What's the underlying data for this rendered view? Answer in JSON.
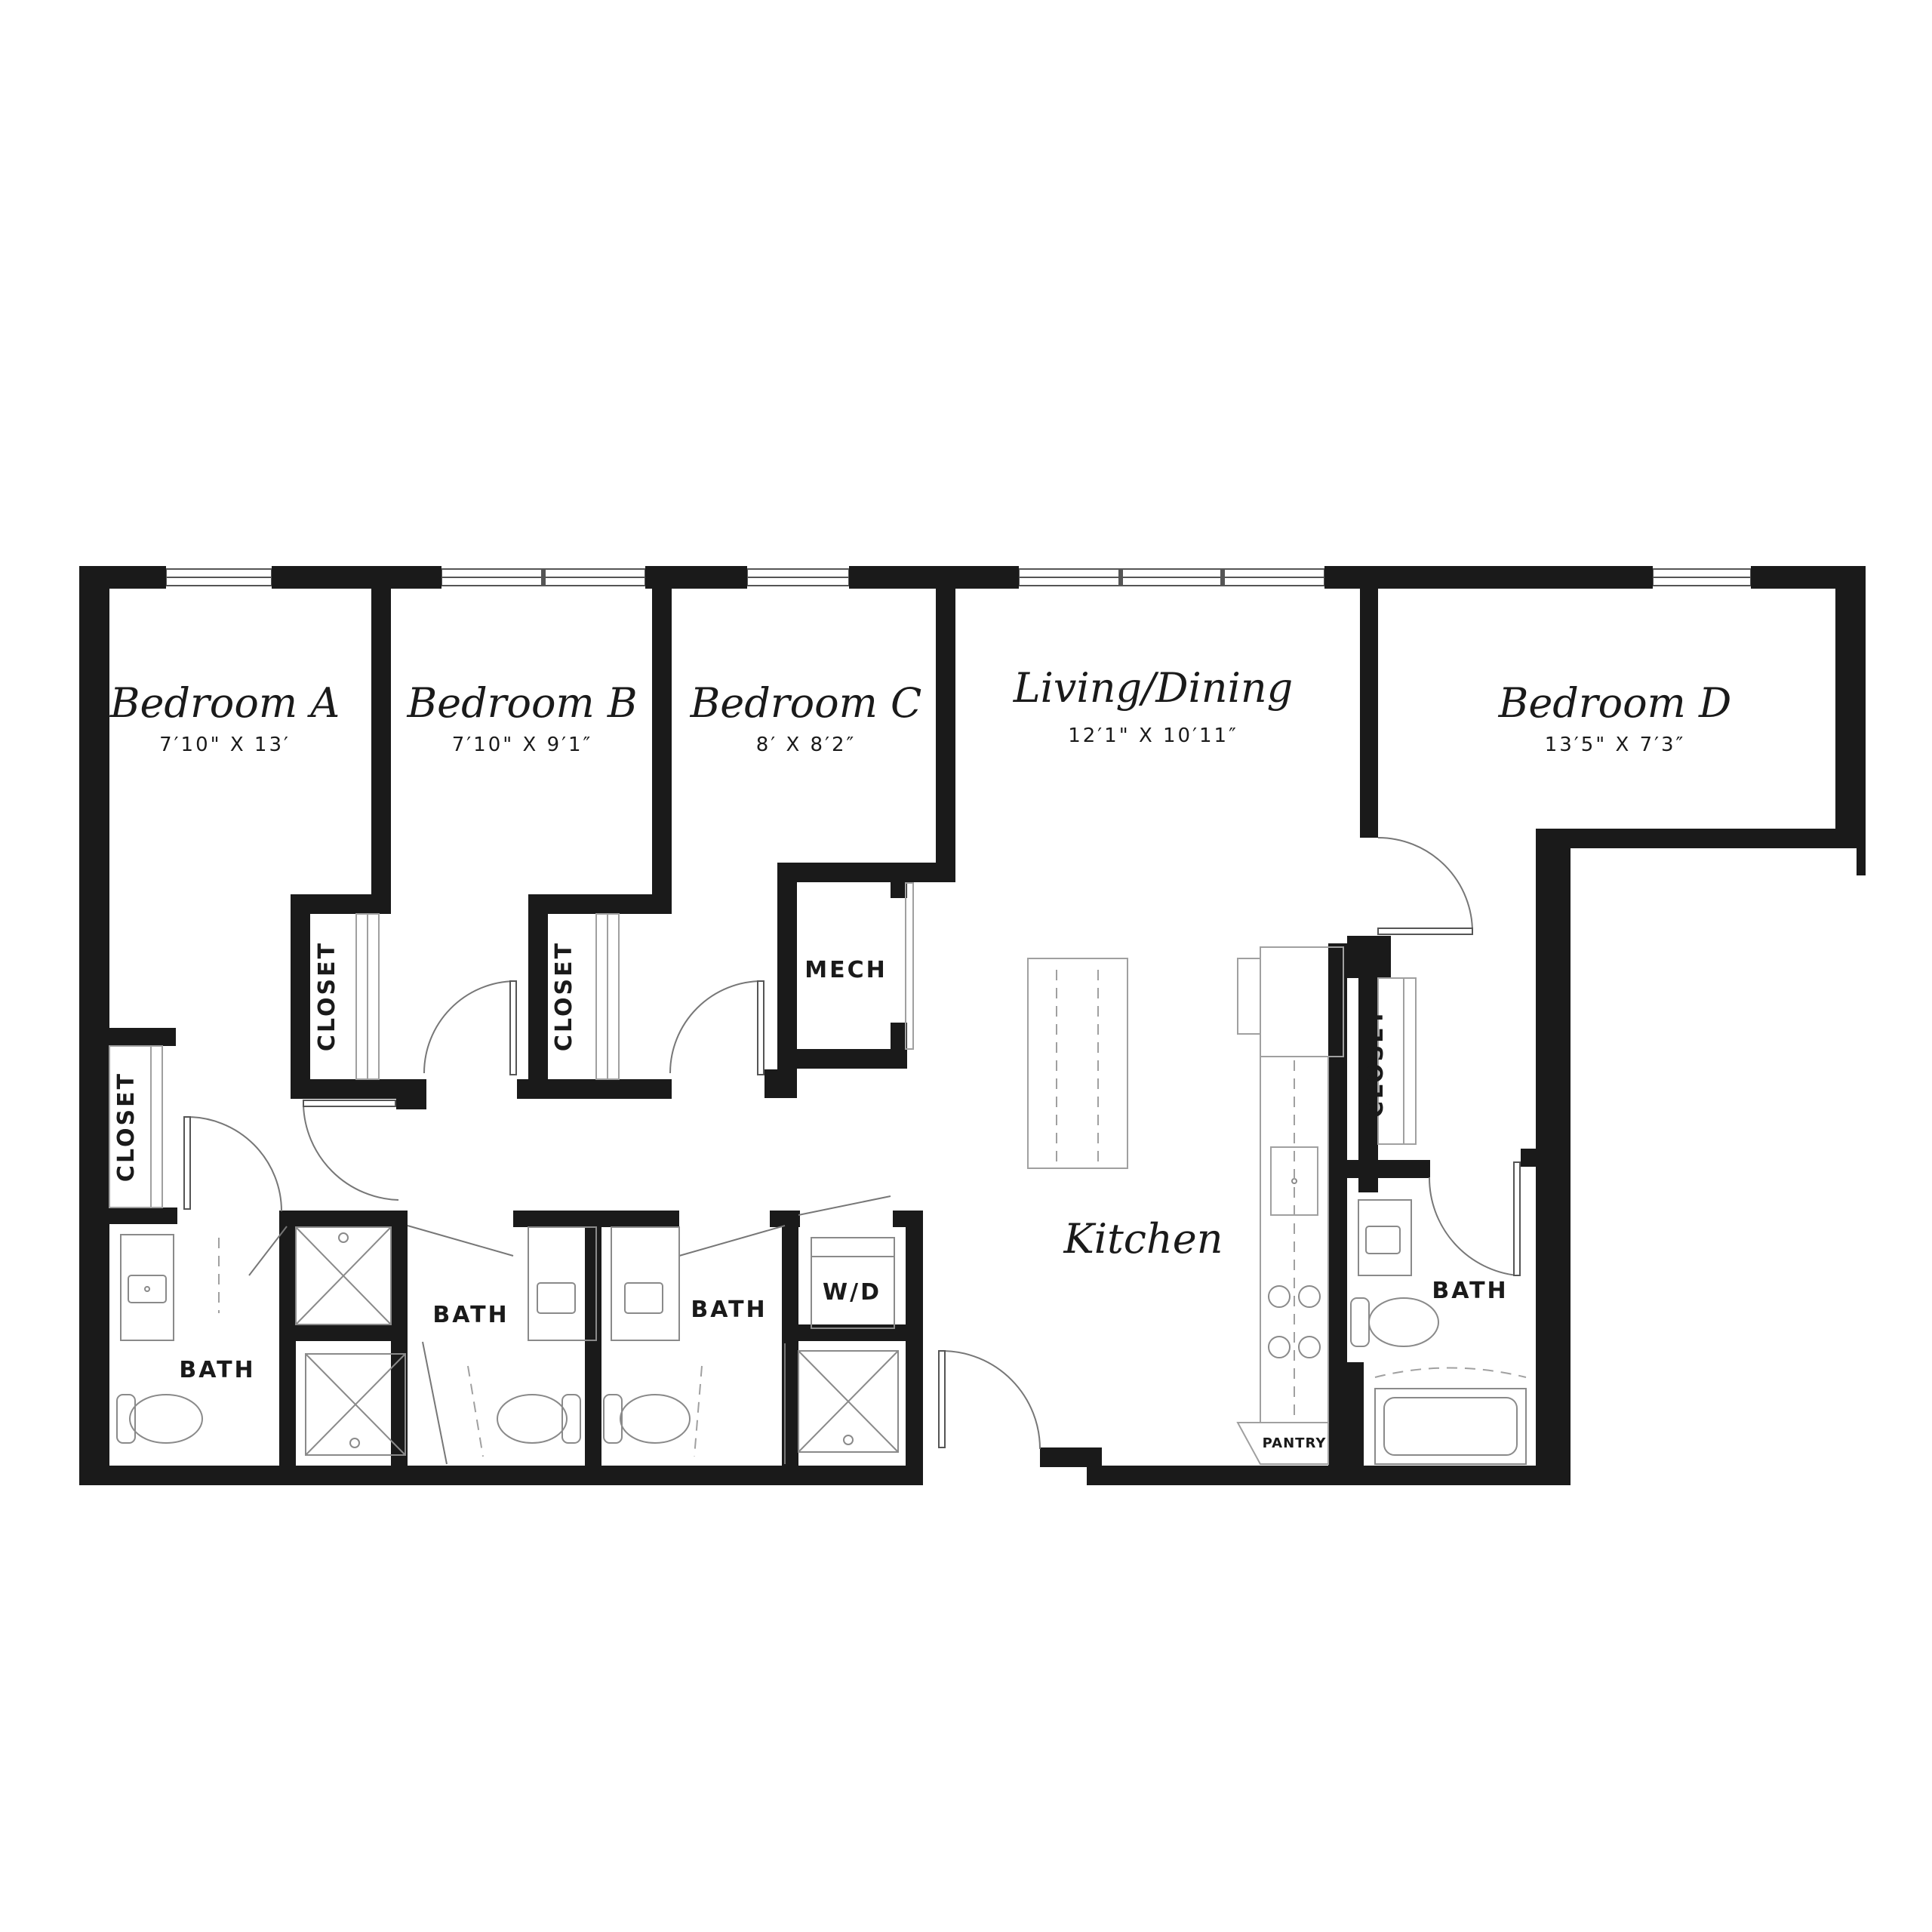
{
  "rooms": {
    "bedroom_a": {
      "name": "Bedroom A",
      "dims": "7′10\" X 13′"
    },
    "bedroom_b": {
      "name": "Bedroom B",
      "dims": "7′10\" X 9′1″"
    },
    "bedroom_c": {
      "name": "Bedroom C",
      "dims": "8′ X 8′2″"
    },
    "living": {
      "name": "Living/Dining",
      "dims": "12′1\" X 10′11″"
    },
    "bedroom_d": {
      "name": "Bedroom D",
      "dims": "13′5\" X 7′3″"
    },
    "kitchen": {
      "name": "Kitchen"
    }
  },
  "labels": {
    "closet": "CLOSET",
    "mech": "MECH",
    "bath": "BATH",
    "wd": "W/D",
    "pantry": "PANTRY"
  },
  "colors": {
    "wall": "#1a1a1a",
    "fixture": "#8a8a8a",
    "background": "#ffffff"
  }
}
